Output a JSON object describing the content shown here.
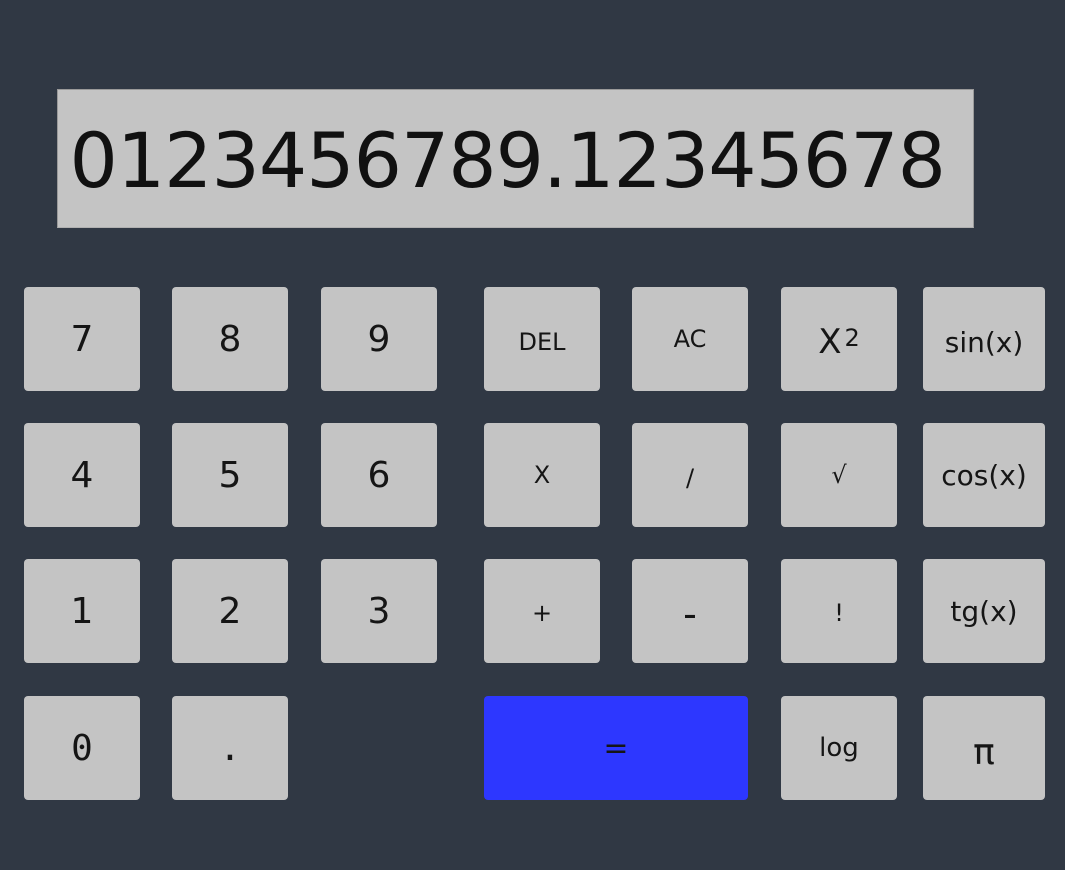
{
  "display": {
    "value": "0123456789.12345678"
  },
  "keypad": {
    "digits": {
      "seven": "7",
      "eight": "8",
      "nine": "9",
      "four": "4",
      "five": "5",
      "six": "6",
      "one": "1",
      "two": "2",
      "three": "3",
      "zero": "0",
      "decimal": "."
    },
    "operators": {
      "delete": "DEL",
      "clear": "AC",
      "square_base": "X",
      "square_exponent": "2",
      "sine": "sin(x)",
      "multiply": "X",
      "divide": "/",
      "sqrt": "√",
      "cosine": "cos(x)",
      "add": "+",
      "subtract": "-",
      "factorial": "!",
      "tangent": "tg(x)",
      "equals": "=",
      "log": "log",
      "pi": "π"
    }
  },
  "colors": {
    "background": "#303844",
    "key": "#c4c4c4",
    "equals_key": "#2d37ff",
    "text": "#151515"
  }
}
